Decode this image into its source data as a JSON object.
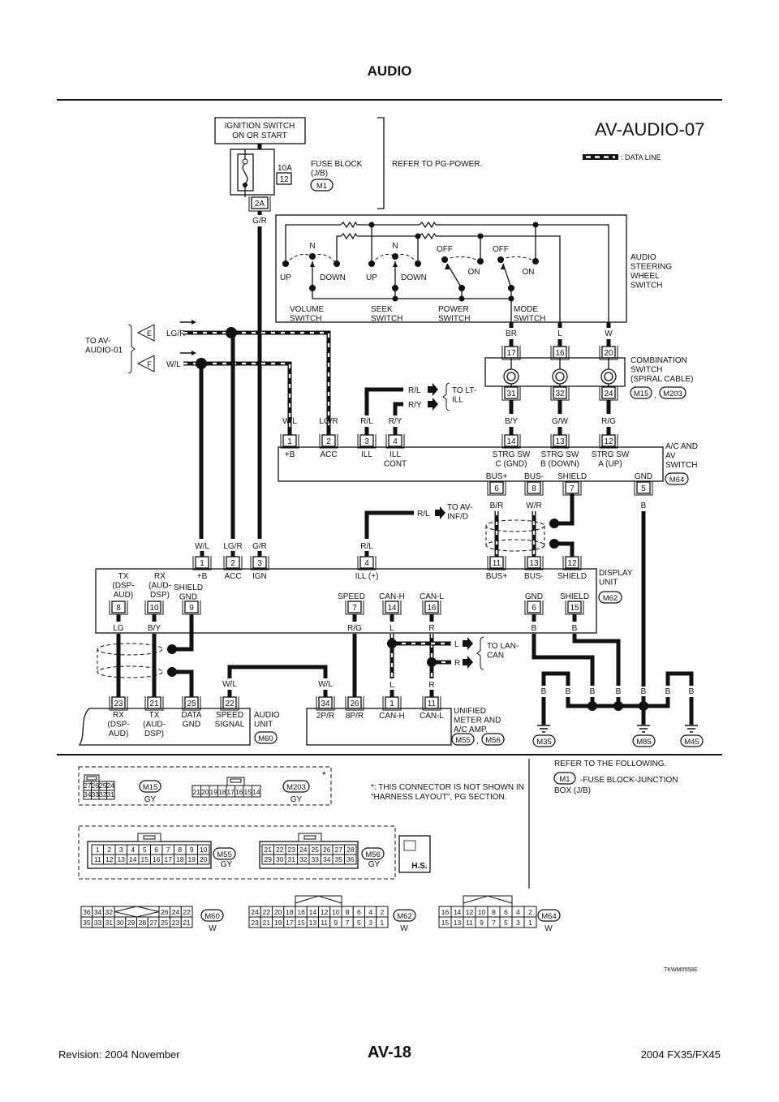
{
  "header": {
    "title": "AUDIO"
  },
  "footer": {
    "page": "AV-18",
    "revision": "Revision: 2004 November",
    "model": "2004 FX35/FX45",
    "figure_code": "TKWM0558E"
  },
  "diagram": {
    "id": "AV-AUDIO-07",
    "data_line_legend": ": DATA LINE",
    "ignition": [
      "IGNITION SWITCH",
      "ON OR START"
    ],
    "fuse": {
      "amp": "10A",
      "number": "12",
      "label": [
        "FUSE BLOCK",
        "(J/B)"
      ],
      "connector": "M1",
      "terminal": "2A"
    },
    "refer_pg": "REFER TO PG-POWER.",
    "wire_gr_top": "G/R",
    "steering": {
      "label": [
        "AUDIO",
        "STEERING",
        "WHEEL",
        "SWITCH"
      ],
      "n1": "N",
      "n2": "N",
      "off1": "OFF",
      "off2": "OFF",
      "up1": "UP",
      "down1": "DOWN",
      "up2": "UP",
      "down2": "DOWN",
      "on1": "ON",
      "on2": "ON",
      "volume": [
        "VOLUME",
        "SWITCH"
      ],
      "seek": [
        "SEEK",
        "SWITCH"
      ],
      "power": [
        "POWER",
        "SWITCH"
      ],
      "mode": [
        "MODE",
        "SWITCH"
      ],
      "wires": [
        "BR",
        "L",
        "W"
      ]
    },
    "combination_switch": {
      "label": [
        "COMBINATION",
        "SWITCH",
        "(SPIRAL CABLE)"
      ],
      "pins_top": [
        "17",
        "16",
        "20"
      ],
      "pins_bottom": [
        "31",
        "32",
        "24"
      ],
      "wires_bottom": [
        "B/Y",
        "G/W",
        "R/G"
      ],
      "connectors": [
        "M15",
        "M203"
      ],
      "sep": ","
    },
    "to_audio01": {
      "label": [
        "TO AV-",
        "AUDIO-01"
      ],
      "e": "E",
      "f": "F",
      "wire_e": "LG/R",
      "wire_f": "W/L"
    },
    "ac_switch": {
      "label": [
        "A/C AND",
        "AV",
        "SWITCH"
      ],
      "connector": "M64",
      "pins_top": [
        "1",
        "2",
        "3",
        "4",
        "14",
        "13",
        "12"
      ],
      "wires_top": [
        "W/L",
        "LG/R",
        "R/L",
        "R/Y"
      ],
      "terms": {
        "b": "+B",
        "acc": "ACC",
        "ill": "ILL",
        "illcont": [
          "ILL",
          "CONT"
        ],
        "c": [
          "STRG SW",
          "C (GND)"
        ],
        "bd": [
          "STRG SW",
          "B (DOWN)"
        ],
        "a": [
          "STRG SW",
          "A (UP)"
        ],
        "busp": "BUS+",
        "busm": "BUS-",
        "shield": "SHIELD",
        "gnd": "GND"
      },
      "pins_bottom": [
        "6",
        "8",
        "7",
        "5"
      ],
      "wires_bottom": [
        "B/R",
        "W/R",
        "B"
      ]
    },
    "to_lt_ill": {
      "wire1": "R/L",
      "wire2": "R/Y",
      "label": [
        "TO LT-",
        "ILL"
      ]
    },
    "to_inf": {
      "wire": "R/L",
      "label": [
        "TO AV-",
        "INF/D"
      ]
    },
    "display": {
      "label": [
        "DISPLAY",
        "UNIT"
      ],
      "connector": "M62",
      "wires_top": [
        "W/L",
        "LG/R",
        "G/R",
        "R/L"
      ],
      "pins_top": [
        "1",
        "2",
        "3",
        "4",
        "11",
        "13",
        "12"
      ],
      "terms": {
        "tx": [
          "TX",
          "(DSP-",
          "AUD)"
        ],
        "rx": [
          "RX",
          "(AUD-",
          "DSP)"
        ],
        "shgnd": [
          "SHIELD",
          "GND"
        ],
        "b": "+B",
        "acc": "ACC",
        "ign": "IGN",
        "ill": "ILL (+)",
        "busp": "BUS+",
        "busm": "BUS-",
        "shield": "SHIELD",
        "speed": "SPEED",
        "canh": "CAN-H",
        "canl": "CAN-L",
        "gnd": "GND",
        "shield2": "SHIELD"
      },
      "pins_bottom": [
        "8",
        "10",
        "9",
        "7",
        "14",
        "16",
        "6",
        "15"
      ],
      "wires_bottom": [
        "LG",
        "B/Y",
        "R/G",
        "L",
        "R",
        "B",
        "B"
      ]
    },
    "to_lan": {
      "l": "L",
      "r": "R",
      "label": [
        "TO LAN-",
        "CAN"
      ],
      "wire_l": "L",
      "wire_r": "R"
    },
    "speed_wire": [
      "W/L",
      "W/L"
    ],
    "audio_unit": {
      "label": [
        "AUDIO",
        "UNIT"
      ],
      "connector": "M60",
      "pins": [
        "23",
        "21",
        "25",
        "22"
      ],
      "terms": {
        "rx": [
          "RX",
          "(DSP-",
          "AUD)"
        ],
        "tx": [
          "TX",
          "(AUD-",
          "DSP)"
        ],
        "dgnd": [
          "DATA",
          "GND"
        ],
        "spd": [
          "SPEED",
          "SIGNAL"
        ]
      }
    },
    "meter": {
      "label": [
        "UNIFIED",
        "METER AND",
        "A/C AMP."
      ],
      "connectors": [
        "M55",
        "M56"
      ],
      "sep": ",",
      "pins": [
        "34",
        "26",
        "1",
        "11"
      ],
      "terms": [
        "2P/R",
        "8P/R",
        "CAN-H",
        "CAN-L"
      ]
    },
    "grounds": {
      "wires": [
        "B",
        "B",
        "B",
        "B",
        "B",
        "B",
        "B"
      ],
      "connectors": [
        "M35",
        "M85",
        "M45"
      ]
    }
  },
  "legend": {
    "note": [
      "*: THIS CONNECTOR IS NOT SHOWN IN",
      "\"HARNESS LAYOUT\", PG SECTION."
    ],
    "star": "*",
    "refer": {
      "title": "REFER TO THE FOLLOWING.",
      "connector": "M1",
      "desc": "-FUSE BLOCK-JUNCTION",
      "desc2": "BOX (J/B)"
    },
    "hs_icon": "H.S.",
    "connectors": {
      "M15": {
        "name": "M15",
        "color": "GY",
        "top": [
          "27",
          "26",
          "25",
          "24"
        ],
        "bottom": [
          "34",
          "33",
          "32",
          "31"
        ]
      },
      "M203": {
        "name": "M203",
        "color": "GY",
        "row": [
          "21",
          "20",
          "19",
          "18",
          "17",
          "16",
          "15",
          "14"
        ]
      },
      "M55": {
        "name": "M55",
        "color": "GY",
        "top": [
          "1",
          "2",
          "3",
          "4",
          "5",
          "6",
          "7",
          "8",
          "9",
          "10"
        ],
        "bottom": [
          "11",
          "12",
          "13",
          "14",
          "15",
          "16",
          "17",
          "18",
          "19",
          "20"
        ]
      },
      "M56": {
        "name": "M56",
        "color": "GY",
        "top": [
          "21",
          "22",
          "23",
          "24",
          "25",
          "26",
          "27",
          "28"
        ],
        "bottom": [
          "29",
          "30",
          "31",
          "32",
          "33",
          "34",
          "35",
          "36"
        ]
      },
      "M60": {
        "name": "M60",
        "color": "W",
        "top": [
          "36",
          "34",
          "32",
          "26",
          "24",
          "22"
        ],
        "bottom": [
          "35",
          "33",
          "31",
          "30",
          "29",
          "28",
          "27",
          "25",
          "23",
          "21"
        ]
      },
      "M62": {
        "name": "M62",
        "color": "W",
        "top": [
          "24",
          "22",
          "20",
          "18",
          "16",
          "14",
          "12",
          "10",
          "8",
          "6",
          "4",
          "2"
        ],
        "bottom": [
          "23",
          "21",
          "19",
          "17",
          "15",
          "13",
          "11",
          "9",
          "7",
          "5",
          "3",
          "1"
        ]
      },
      "M64": {
        "name": "M64",
        "color": "W",
        "top": [
          "16",
          "14",
          "12",
          "10",
          "8",
          "6",
          "4",
          "2"
        ],
        "bottom": [
          "15",
          "13",
          "11",
          "9",
          "7",
          "5",
          "3",
          "1"
        ]
      }
    }
  }
}
